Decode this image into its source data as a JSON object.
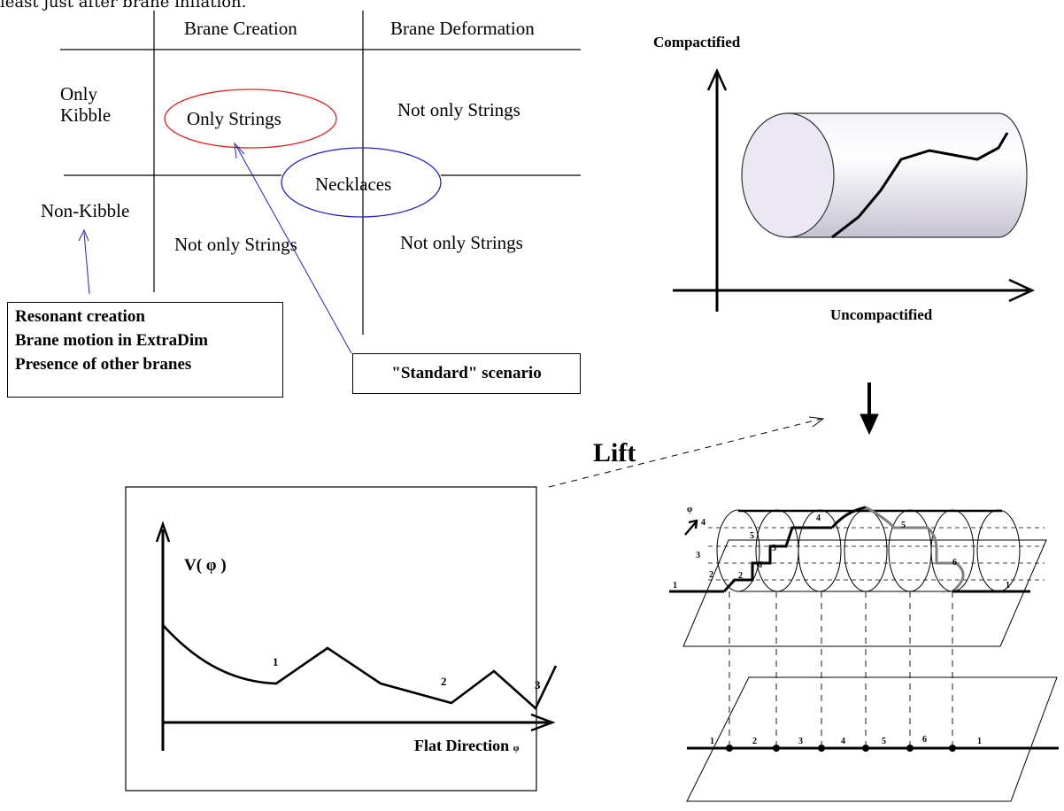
{
  "caption": "least just after brane inflation.",
  "table": {
    "col_headers": [
      "Brane Creation",
      "Brane Deformation"
    ],
    "row_headers": [
      "Only\nKibble",
      "Non-Kibble"
    ],
    "cells": {
      "kibble_creation": "Only Strings",
      "kibble_deformation": "Not only Strings",
      "nonkibble_creation": "Not only Strings",
      "nonkibble_deformation": "Not only Strings"
    },
    "necklaces": "Necklaces"
  },
  "nonkibble_box": [
    "Resonant creation",
    "Brane motion in ExtraDim",
    "Presence of other branes"
  ],
  "standard_box": "\"Standard\" scenario",
  "cylinder_plot": {
    "ylabel": "Compactified",
    "xlabel": "Uncompactified"
  },
  "lift_label": "Lift",
  "potential_chart": {
    "ylabel": "V( φ )",
    "xlabel": "Flat Direction",
    "xlabel_symbol": "φ",
    "minima_labels": [
      "1",
      "2",
      "3"
    ]
  },
  "lifted_cylinder": {
    "phi_label": "φ",
    "level_labels": [
      "1",
      "2",
      "3",
      "4",
      "5",
      "6",
      "3",
      "2",
      "4",
      "5",
      "6",
      "1"
    ],
    "line_labels": [
      "1",
      "2",
      "3",
      "4",
      "5",
      "6",
      "1"
    ]
  },
  "colors": {
    "red_ellipse": "#e02020",
    "blue_ellipse": "#2020c8",
    "arrow_blue": "#2020c8",
    "gray_path": "#808080"
  }
}
